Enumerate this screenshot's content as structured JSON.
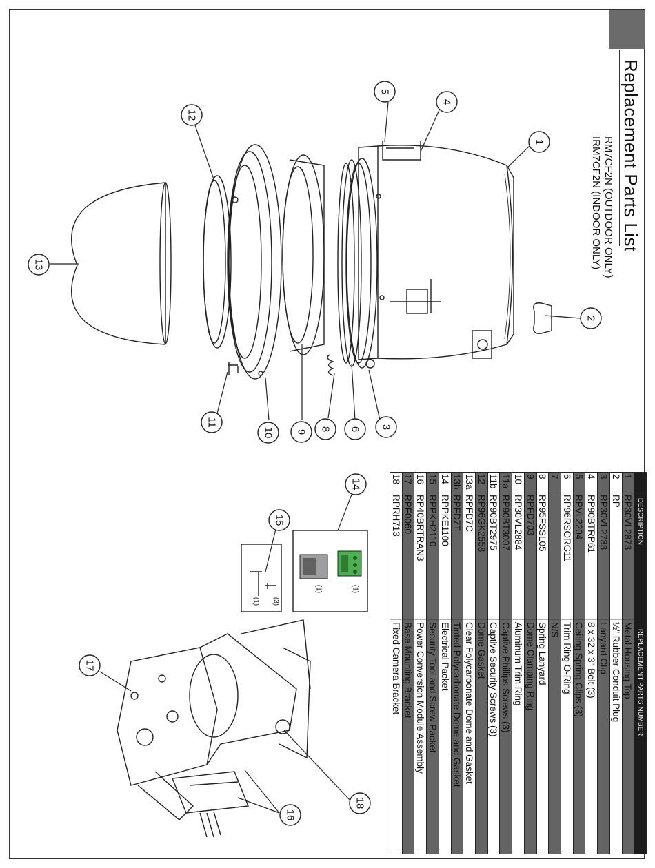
{
  "header": {
    "title": "Replacement Parts List",
    "models": [
      "RM7CF2N (OUTDOOR ONLY)",
      "IRM7CF2N (INDOOR ONLY)"
    ]
  },
  "table": {
    "col_headers": {
      "item": "",
      "description": "DESCRIPTION",
      "part": "REPLACEMENT PARTS NUMBER"
    },
    "rows": [
      {
        "item": "1",
        "part": "RP30VL2873",
        "description": "Metal Housing Top"
      },
      {
        "item": "2",
        "part": "RP",
        "description": "½\" Rubber Conduit Plug"
      },
      {
        "item": "3",
        "part": "RP30VL2733",
        "description": "Lanyard Clip"
      },
      {
        "item": "4",
        "part": "RP90BTRP61",
        "description": "8 x 32 x 3\" Bolt (3)"
      },
      {
        "item": "5",
        "part": "RPVL2204",
        "description": "Ceiling Spring Clips (3)"
      },
      {
        "item": "6",
        "part": "RP96RSORG11",
        "description": "Trim Ring O-Ring"
      },
      {
        "item": "7",
        "part": "",
        "description": "N/S"
      },
      {
        "item": "8",
        "part": "RP95FSSL05",
        "description": "Spring Lanyard"
      },
      {
        "item": "9",
        "part": "RPFD703",
        "description": "Dome Clamping Ring"
      },
      {
        "item": "10",
        "part": "RP30VL2884",
        "description": "Aluminum Trim Ring"
      },
      {
        "item": "11a",
        "part": "RP90BT3007",
        "description": "Captive Phillips Screws (3)"
      },
      {
        "item": "11b",
        "part": "RP90BT2975",
        "description": "Captive Security Screws (3)"
      },
      {
        "item": "12",
        "part": "RP96GK2558",
        "description": "Dome Gasket"
      },
      {
        "item": "13a",
        "part": "RPFD7C",
        "description": "Clear Polycarbonate Dome and Gasket"
      },
      {
        "item": "13b",
        "part": "RPFD7T",
        "description": "Tinted Polycarbonate Dome and Gasket"
      },
      {
        "item": "14",
        "part": "RPPKE1100",
        "description": "Electrical Packet"
      },
      {
        "item": "15",
        "part": "RPPKH2110",
        "description": "Security Tool and Screw Packet"
      },
      {
        "item": "16",
        "part": "RP40BRTRAN3",
        "description": "Power Conversion Module Assembly"
      },
      {
        "item": "17",
        "part": "RPF0060",
        "description": "Base Mounting Bracket"
      },
      {
        "item": "18",
        "part": "RPRH713",
        "description": "Fixed Camera Bracket"
      }
    ]
  },
  "callouts": [
    "1",
    "2",
    "3",
    "4",
    "5",
    "6",
    "8",
    "9",
    "10",
    "11",
    "12",
    "13",
    "14",
    "15",
    "16",
    "17",
    "18"
  ],
  "packets": {
    "p14_qty_a": "(1)",
    "p14_qty_b": "(1)",
    "p15_qty_a": "(3)",
    "p15_qty_b": "(1)"
  },
  "colors": {
    "header_bg": "#1c1c1c",
    "dark_row": "#646464",
    "tab": "#6b6b6b",
    "green_terminal": "#4caf50"
  }
}
